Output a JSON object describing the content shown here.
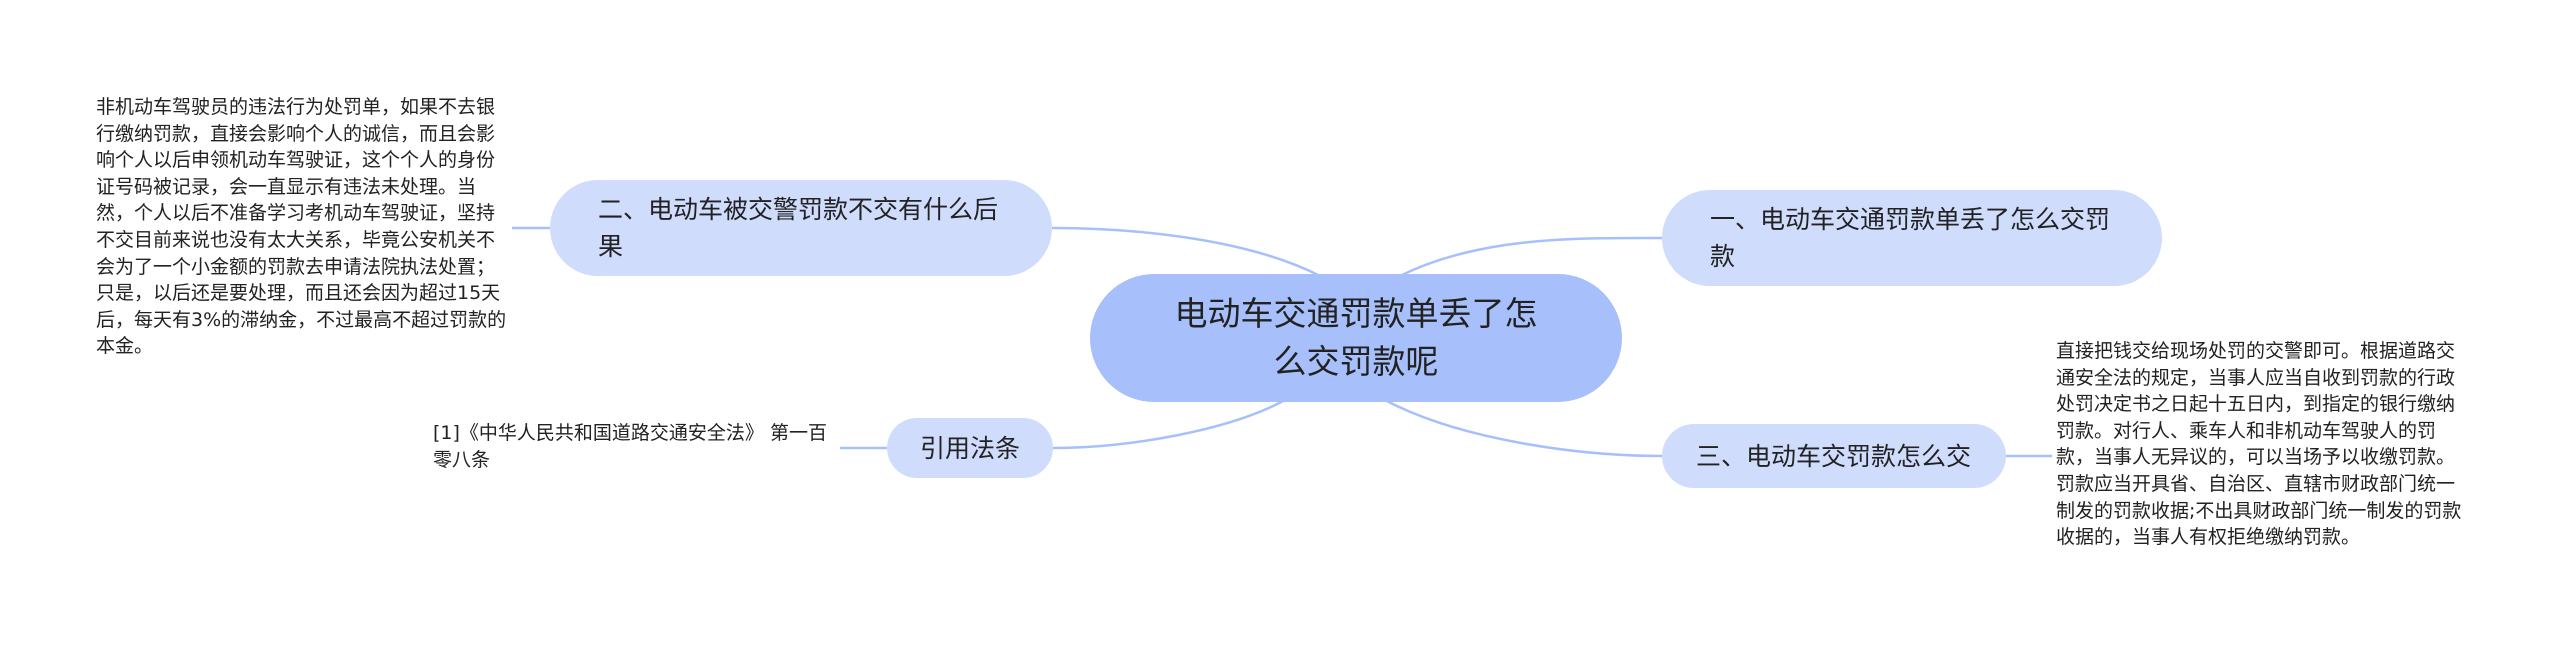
{
  "mindmap": {
    "root": {
      "label": "电动车交通罚款单丢了怎么交罚款呢"
    },
    "branches": [
      {
        "id": "b1",
        "label": "一、电动车交通罚款单丢了怎么交罚款",
        "children": []
      },
      {
        "id": "b2",
        "label": "二、电动车被交警罚款不交有什么后果",
        "children": [
          "非机动车驾驶员的违法行为处罚单，如果不去银行缴纳罚款，直接会影响个人的诚信，而且会影响个人以后申领机动车驾驶证，这个个人的身份证号码被记录，会一直显示有违法未处理。当然，个人以后不准备学习考机动车驾驶证，坚持不交目前来说也没有太大关系，毕竟公安机关不会为了一个小金额的罚款去申请法院执法处置；只是，以后还是要处理，而且还会因为超过15天后，每天有3%的滞纳金，不过最高不超过罚款的本金。"
        ]
      },
      {
        "id": "b3",
        "label": "三、电动车交罚款怎么交",
        "children": [
          "直接把钱交给现场处罚的交警即可。根据道路交通安全法的规定，当事人应当自收到罚款的行政处罚决定书之日起十五日内，到指定的银行缴纳罚款。对行人、乘车人和非机动车驾驶人的罚款，当事人无异议的，可以当场予以收缴罚款。罚款应当开具省、自治区、直辖市财政部门统一制发的罚款收据;不出具财政部门统一制发的罚款收据的，当事人有权拒绝缴纳罚款。"
        ]
      },
      {
        "id": "b4",
        "label": "引用法条",
        "children": [
          "[1]《中华人民共和国道路交通安全法》 第一百零八条"
        ]
      }
    ]
  },
  "colors": {
    "root_fill": "#a7c0fb",
    "branch_fill": "#cfdcfc",
    "link": "#a7c0fb",
    "text": "#222222"
  }
}
